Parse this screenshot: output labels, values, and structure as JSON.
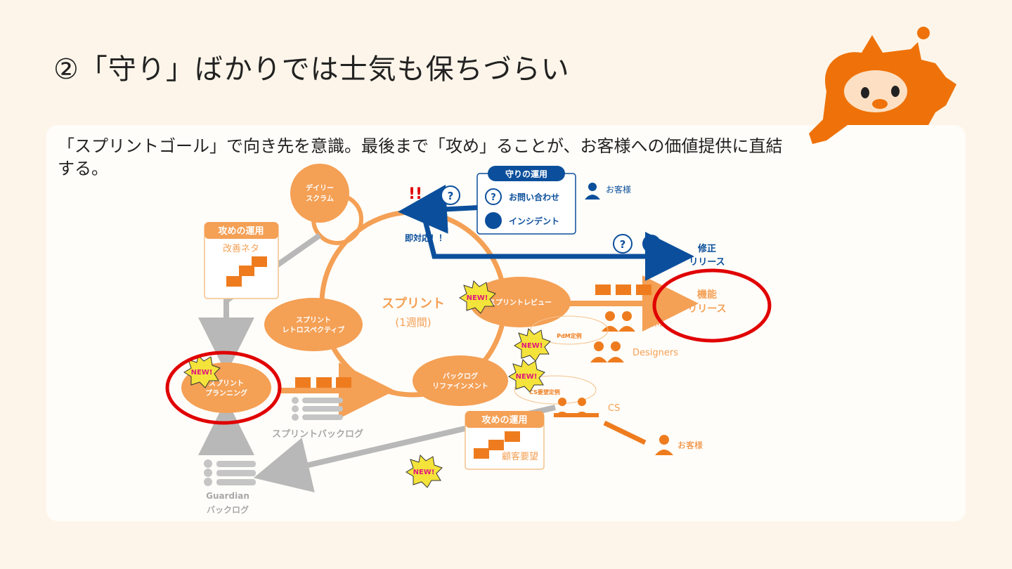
{
  "title": "②「守り」ばかりでは士気も保ちづらい",
  "subtitle": "「スプリントゴール」で向き先を意識。最後まで「攻め」ることが、お客様への価値提供に直結する。",
  "colors": {
    "orange": "#f4a055",
    "orange_dark": "#ee7c1f",
    "blue": "#0b4f9c",
    "gray": "#b8b8b8",
    "red": "#e00000",
    "mascot": "#ee7209"
  },
  "diagram": {
    "daily_scrum": "デイリー\nスクラム",
    "sprint_label": "スプリント",
    "sprint_period": "(1週間)",
    "retro": "スプリント\nレトロスペクティブ",
    "review": "スプリントレビュー",
    "refinement": "バックログ\nリファインメント",
    "planning": "スプリント\nプランニング",
    "sprint_backlog": "スプリントバックログ",
    "guardian_backlog": "Guardian\nバックログ",
    "attack_ops_top": {
      "header": "攻めの運用",
      "body": "改善ネタ"
    },
    "attack_ops_bottom": {
      "header": "攻めの運用",
      "body": "顧客要望"
    },
    "defense_ops": {
      "header": "守りの運用",
      "items": [
        "お問い合わせ",
        "インシデント"
      ]
    },
    "customer_top": "お客様",
    "customer_bottom": "お客様",
    "immediate": "即対応！！",
    "exclaim": "!!",
    "fix_release": "修正\nリリース",
    "feature_release": "機能\nリリース",
    "pdm": "PdM",
    "pdm_regular": "PdM定例",
    "designers": "Designers",
    "cs": "CS",
    "cs_regular": "CS要望定例",
    "new_badge": "NEW!"
  }
}
